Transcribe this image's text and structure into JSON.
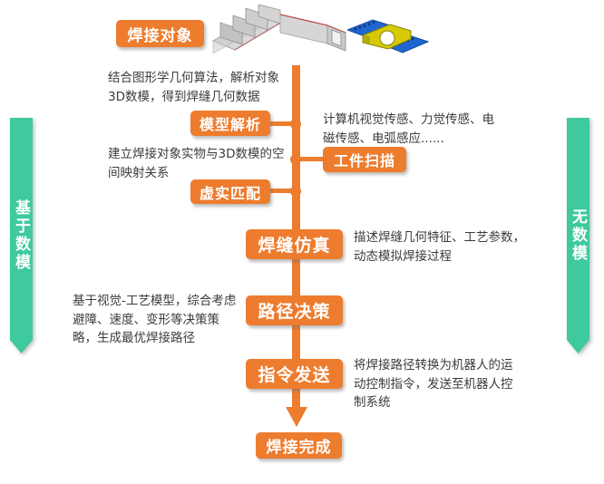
{
  "banners": {
    "left": {
      "label": "基于数模"
    },
    "right": {
      "label": "无数模"
    }
  },
  "title_box": {
    "label": "焊接对象"
  },
  "steps": {
    "model_parse": {
      "label": "模型解析",
      "note": "结合图形学几何算法，解析对象3D数模，得到焊缝几何数据"
    },
    "workpiece_scan": {
      "label": "工件扫描",
      "note": "计算机视觉传感、力觉传感、电磁传感、电弧感应......"
    },
    "virtual_real_match": {
      "label": "虚实匹配",
      "note": "建立焊接对象实物与3D数模的空间映射关系"
    },
    "seam_simulation": {
      "label": "焊缝仿真",
      "note": "描述焊缝几何特征、工艺参数，动态模拟焊接过程"
    },
    "path_decision": {
      "label": "路径决策",
      "note": "基于视觉-工艺模型，综合考虑避障、速度、变形等决策策略，生成最优焊接路径"
    },
    "command_send": {
      "label": "指令发送",
      "note": "将焊接路径转换为机器人的运动控制指令，发送至机器人控制系统"
    },
    "weld_complete": {
      "label": "焊接完成"
    }
  },
  "images": {
    "ribbed_beam": {
      "name": "ribbed-beam-3d-model"
    },
    "square_tube": {
      "name": "square-tube-3d-model"
    },
    "cad_part": {
      "name": "cad-weldment-3d-model"
    }
  },
  "colors": {
    "accent_orange": "#ED7C2E",
    "accent_teal": "#3EC99E",
    "note_text": "#3B3B3B"
  }
}
